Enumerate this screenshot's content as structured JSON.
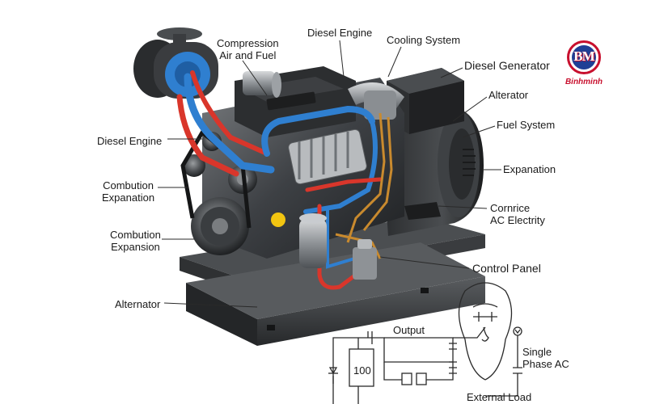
{
  "brand": {
    "monogram": "BM",
    "name": "Binhminh",
    "colors": {
      "red": "#c8102e",
      "blue": "#1f3f95"
    }
  },
  "labels": {
    "compression_air_fuel": "Compression\nAir and Fuel",
    "diesel_engine_top": "Diesel Engine",
    "cooling_system": "Cooling System",
    "diesel_generator": "Diesel Generator",
    "alterator": "Alterator",
    "fuel_system": "Fuel System",
    "expanation": "Expanation",
    "cornrice_ac": "Cornrice\nAC Electrity",
    "control_panel": "Control Panel",
    "diesel_engine_left": "Diesel Engine",
    "combution_expanation": "Combution\nExpanation",
    "combution_expansion": "Combution\nExpansion",
    "alternator": "Alternator"
  },
  "circuit": {
    "output": "Output",
    "box_value": "100",
    "single_phase": "Single\nPhase AC",
    "external_load": "External Load"
  },
  "pipe_colors": {
    "hot": "#d9362b",
    "cool": "#2f7fd0",
    "fuel": "#c98a2e"
  }
}
